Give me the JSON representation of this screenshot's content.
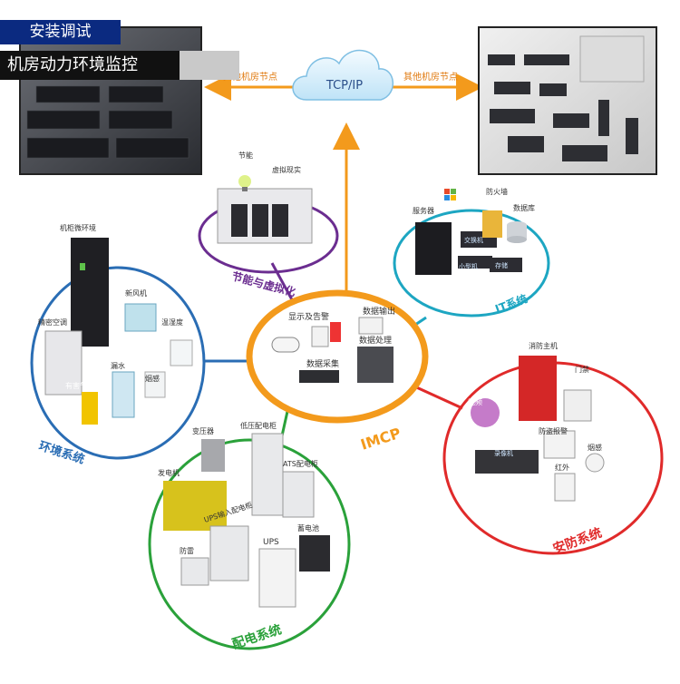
{
  "header": {
    "tag_top": "安装调试",
    "tag_main": "机房动力环境监控"
  },
  "network": {
    "cloud_label": "TCP/IP",
    "left_node": "其他机房节点",
    "right_node": "其他机房节点"
  },
  "center": {
    "name": "IMCP",
    "labels": {
      "alarm": "显示及告警",
      "data_out": "数据输出",
      "data_collect": "数据采集",
      "data_process": "数据处理"
    }
  },
  "systems": {
    "energy": {
      "title": "节能与虚拟化",
      "labels": {
        "save": "节能",
        "virtual": "虚拟现实"
      }
    },
    "it": {
      "title": "IT系统",
      "labels": {
        "server": "服务器",
        "firewall": "防火墙",
        "database": "数据库",
        "switch": "交换机",
        "minicomputer": "小型机",
        "storage": "存储"
      }
    },
    "environment": {
      "title": "环境系统",
      "labels": {
        "cabinet": "机柜微环境",
        "fresh_air": "新风机",
        "aircon": "精密空调",
        "humidity": "温湿度",
        "gas": "有害气体",
        "leak": "漏水",
        "smoke": "烟感"
      }
    },
    "power": {
      "title": "配电系统",
      "labels": {
        "transformer": "变压器",
        "low_voltage": "低压配电柜",
        "generator": "发电机",
        "ats": "ATS配电柜",
        "ups_in": "UPS输入配电柜",
        "battery": "蓄电池",
        "ups": "UPS",
        "lightning": "防雷"
      }
    },
    "security": {
      "title": "安防系统",
      "labels": {
        "fire_host": "消防主机",
        "access": "门禁",
        "camera": "视频",
        "anti_theft": "防盗报警",
        "nvr": "录像机",
        "smoke2": "烟感",
        "infrared": "红外"
      }
    }
  },
  "colors": {
    "orange": "#f39a1c",
    "purple": "#6b2d90",
    "teal": "#1da6c2",
    "blue": "#2a6db4",
    "green": "#2aa13a",
    "red": "#e02a2a",
    "navy": "#0b2a80"
  }
}
